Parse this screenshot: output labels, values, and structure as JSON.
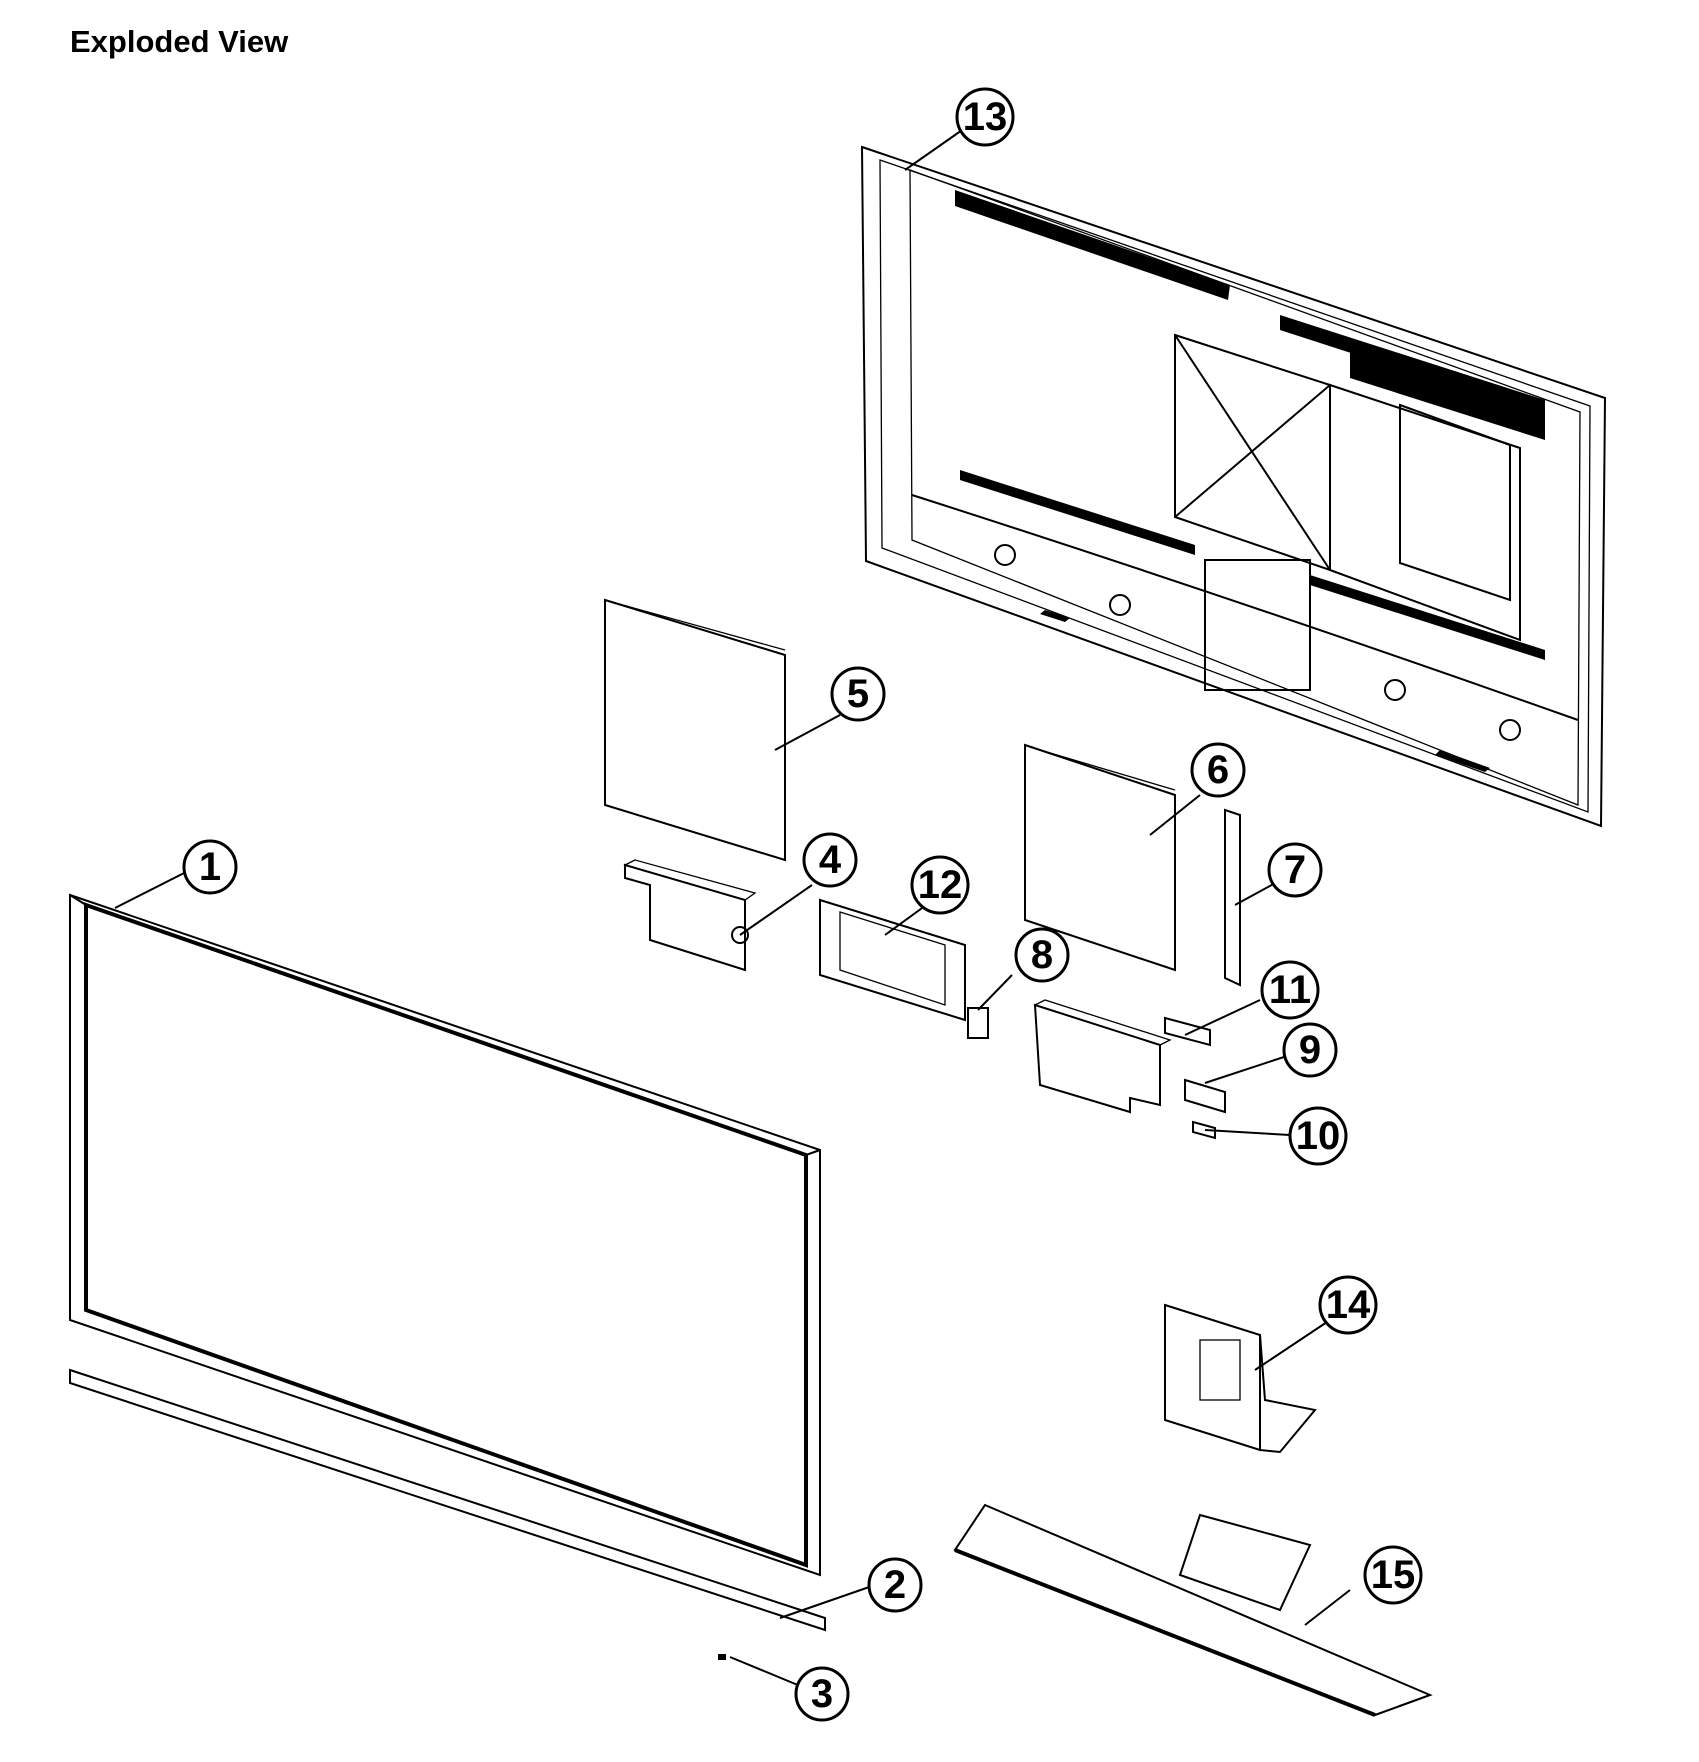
{
  "title": "Exploded View",
  "callouts": [
    "1",
    "2",
    "3",
    "4",
    "5",
    "6",
    "7",
    "8",
    "9",
    "10",
    "11",
    "12",
    "13",
    "14",
    "15"
  ]
}
